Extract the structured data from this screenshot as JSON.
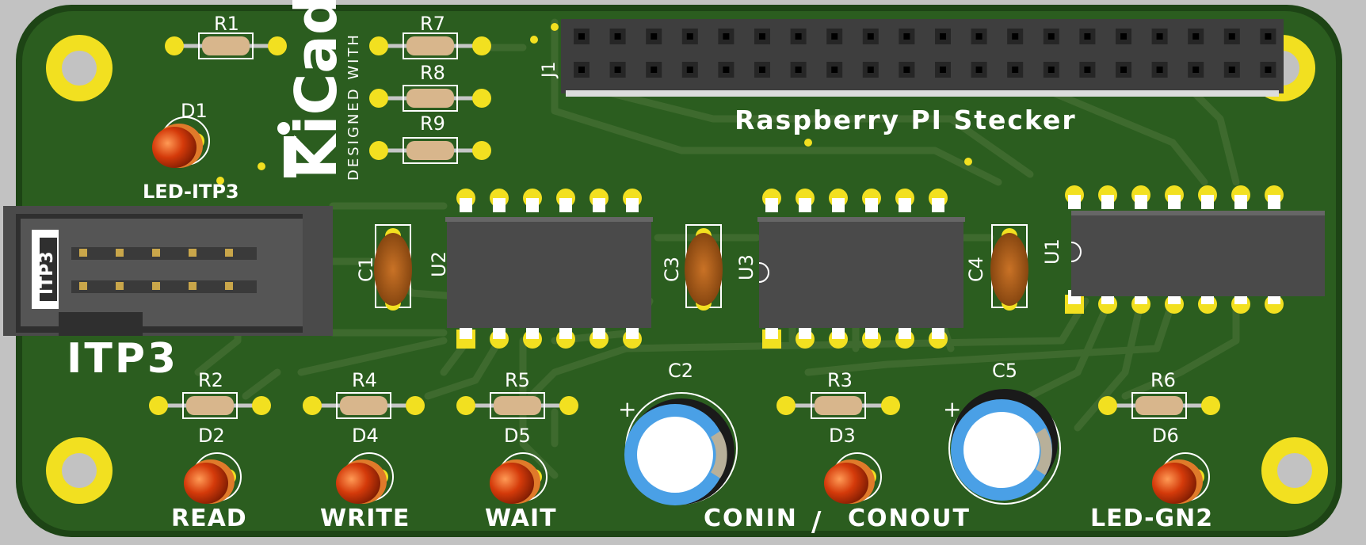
{
  "board": {
    "title": "Raspberry PI Stecker",
    "logo": {
      "main": "KiCad",
      "designed_with": "DESIGNED WITH"
    },
    "colors": {
      "substrate": "#2b5d1f",
      "board_edge": "#1d4415",
      "trace": "#3e6a2e",
      "pad": "#f2e020",
      "silkscreen": "#ffffff",
      "ic_body": "#4a4a4a",
      "led": "#d43a0a",
      "resistor": "#d8b68c",
      "capacitor_ceramic": "#b5611c",
      "electrolytic_sleeve": "#4aa0e6"
    }
  },
  "resistors": [
    {
      "ref": "R1"
    },
    {
      "ref": "R7"
    },
    {
      "ref": "R8"
    },
    {
      "ref": "R9"
    },
    {
      "ref": "R2"
    },
    {
      "ref": "R4"
    },
    {
      "ref": "R5"
    },
    {
      "ref": "R3"
    },
    {
      "ref": "R6"
    }
  ],
  "leds": [
    {
      "ref": "D1",
      "label": "LED-ITP3"
    },
    {
      "ref": "D2",
      "label": "READ"
    },
    {
      "ref": "D4",
      "label": "WRITE"
    },
    {
      "ref": "D5",
      "label": "WAIT"
    },
    {
      "ref": "D3",
      "label": ""
    },
    {
      "ref": "D6",
      "label": "LED-GN2"
    }
  ],
  "ceramic_capacitors": [
    {
      "ref": "C1"
    },
    {
      "ref": "C3"
    },
    {
      "ref": "C4"
    }
  ],
  "electrolytic_capacitors": [
    {
      "ref": "C2",
      "polarity": "+"
    },
    {
      "ref": "C5",
      "polarity": "+"
    }
  ],
  "ics": [
    {
      "ref": "U2",
      "pins": 12
    },
    {
      "ref": "U3",
      "pins": 12
    },
    {
      "ref": "U1",
      "pins": 14
    }
  ],
  "connectors": {
    "j1": {
      "ref": "J1",
      "rows": 2,
      "columns": 20
    },
    "itp3": {
      "ref": "ITP3",
      "small_label": "ITP3"
    }
  },
  "labels": {
    "conin": "CONIN",
    "slash": "/",
    "conout": "CONOUT"
  }
}
